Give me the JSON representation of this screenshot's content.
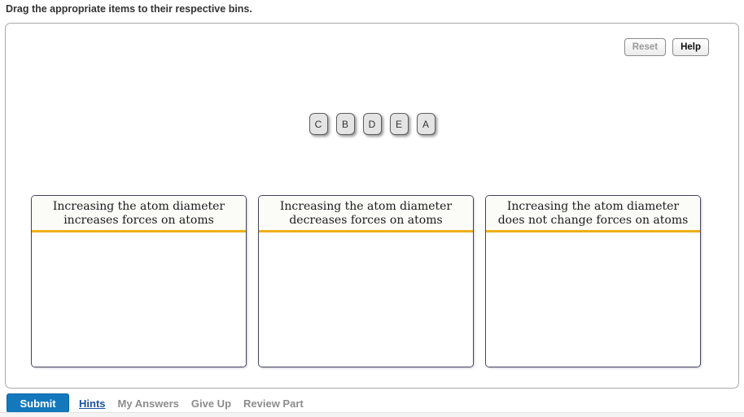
{
  "instruction": "Drag the appropriate items to their respective bins.",
  "panel": {
    "reset_label": "Reset",
    "help_label": "Help",
    "items": [
      "C",
      "B",
      "D",
      "E",
      "A"
    ],
    "bins": [
      {
        "line1": "Increasing the atom diameter",
        "line2": "increases forces on atoms"
      },
      {
        "line1": "Increasing the atom diameter",
        "line2": "decreases forces on atoms"
      },
      {
        "line1": "Increasing the atom diameter",
        "line2": "does not change forces on atoms"
      }
    ]
  },
  "footer": {
    "submit_label": "Submit",
    "links": [
      {
        "label": "Hints"
      },
      {
        "label": "My Answers"
      },
      {
        "label": "Give Up"
      },
      {
        "label": "Review Part"
      }
    ]
  },
  "colors": {
    "bin_accent_orange": "#eeb019",
    "submit_blue": "#1478bd",
    "hints_link_blue": "#1a53a1",
    "disabled_gray": "#9a9a9a"
  }
}
